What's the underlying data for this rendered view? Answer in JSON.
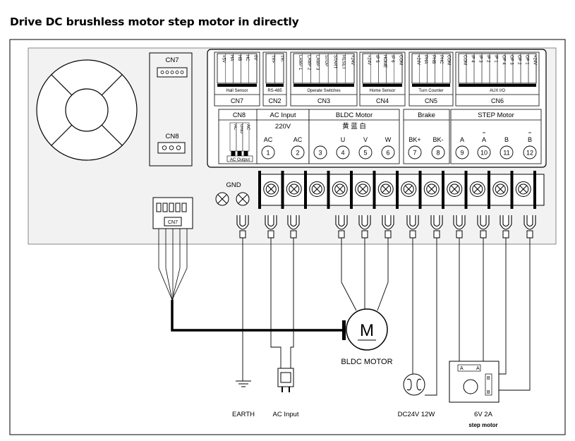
{
  "title": "Drive DC brushless motor step motor in directly",
  "cn7_label": "CN7",
  "cn8_label": "CN8",
  "connectors": [
    {
      "pins": [
        "+5V",
        "HA",
        "HB",
        "HC",
        "0V"
      ],
      "caption": "Hall Sensor",
      "name": "CN7"
    },
    {
      "pins": [
        "TR+",
        "TR-"
      ],
      "caption": "RS-485",
      "name": "CN2"
    },
    {
      "pins": [
        "LAMP 1",
        "LAMP 2",
        "LAMP 3",
        "STOP",
        "START",
        "RESET",
        "+24V"
      ],
      "caption": "Operate Switches",
      "name": "CN3"
    },
    {
      "pins": [
        "+24V",
        "IP 5",
        "HOME",
        "IP 6",
        "COM"
      ],
      "caption": "Home Sensor",
      "name": "CN4"
    },
    {
      "pins": [
        "+24V",
        "PHA",
        "PHB",
        "PHC",
        "COM"
      ],
      "caption": "Turn Counter",
      "name": "CN5"
    },
    {
      "pins": [
        "COM",
        "IP 4",
        "IP 3",
        "IP 2",
        "IP 1",
        "OP 4",
        "OP 3",
        "OP 2",
        "OP 1",
        "+24V"
      ],
      "caption": "AUX I/O",
      "name": "CN6"
    }
  ],
  "cn8_block": {
    "name": "CN8",
    "pins": [
      "AC",
      "GND",
      "AC"
    ],
    "caption": "AC Output"
  },
  "groups": [
    {
      "header": "AC Input",
      "sub": "220V"
    },
    {
      "header": "BLDC  Motor",
      "sub": "黄    蓝    白"
    },
    {
      "header": "Brake",
      "sub": ""
    },
    {
      "header": "STEP Motor",
      "sub": ""
    }
  ],
  "terminals": [
    {
      "label": "AC",
      "num": "1"
    },
    {
      "label": "AC",
      "num": "2"
    },
    {
      "label": "",
      "num": "3"
    },
    {
      "label": "U",
      "num": "4"
    },
    {
      "label": "V",
      "num": "5"
    },
    {
      "label": "W",
      "num": "6"
    },
    {
      "label": "BK+",
      "num": "7"
    },
    {
      "label": "BK-",
      "num": "8"
    },
    {
      "label": "A",
      "num": "9"
    },
    {
      "label": "A",
      "num": "10"
    },
    {
      "label": "B",
      "num": "11"
    },
    {
      "label": "B",
      "num": "12"
    }
  ],
  "gnd_label": "GND",
  "motor_symbol": "M",
  "bldc_motor_label": "BLDC MOTOR",
  "earth_label": "EARTH",
  "ac_input_label": "AC Input",
  "brake_label": "DC24V 12W",
  "step_motor_rating": "6V 2A",
  "step_motor_label": "step motor",
  "step_pin_a": "A",
  "step_pin_abar": "A",
  "step_pin_b": "B",
  "step_pin_bbar": "B"
}
